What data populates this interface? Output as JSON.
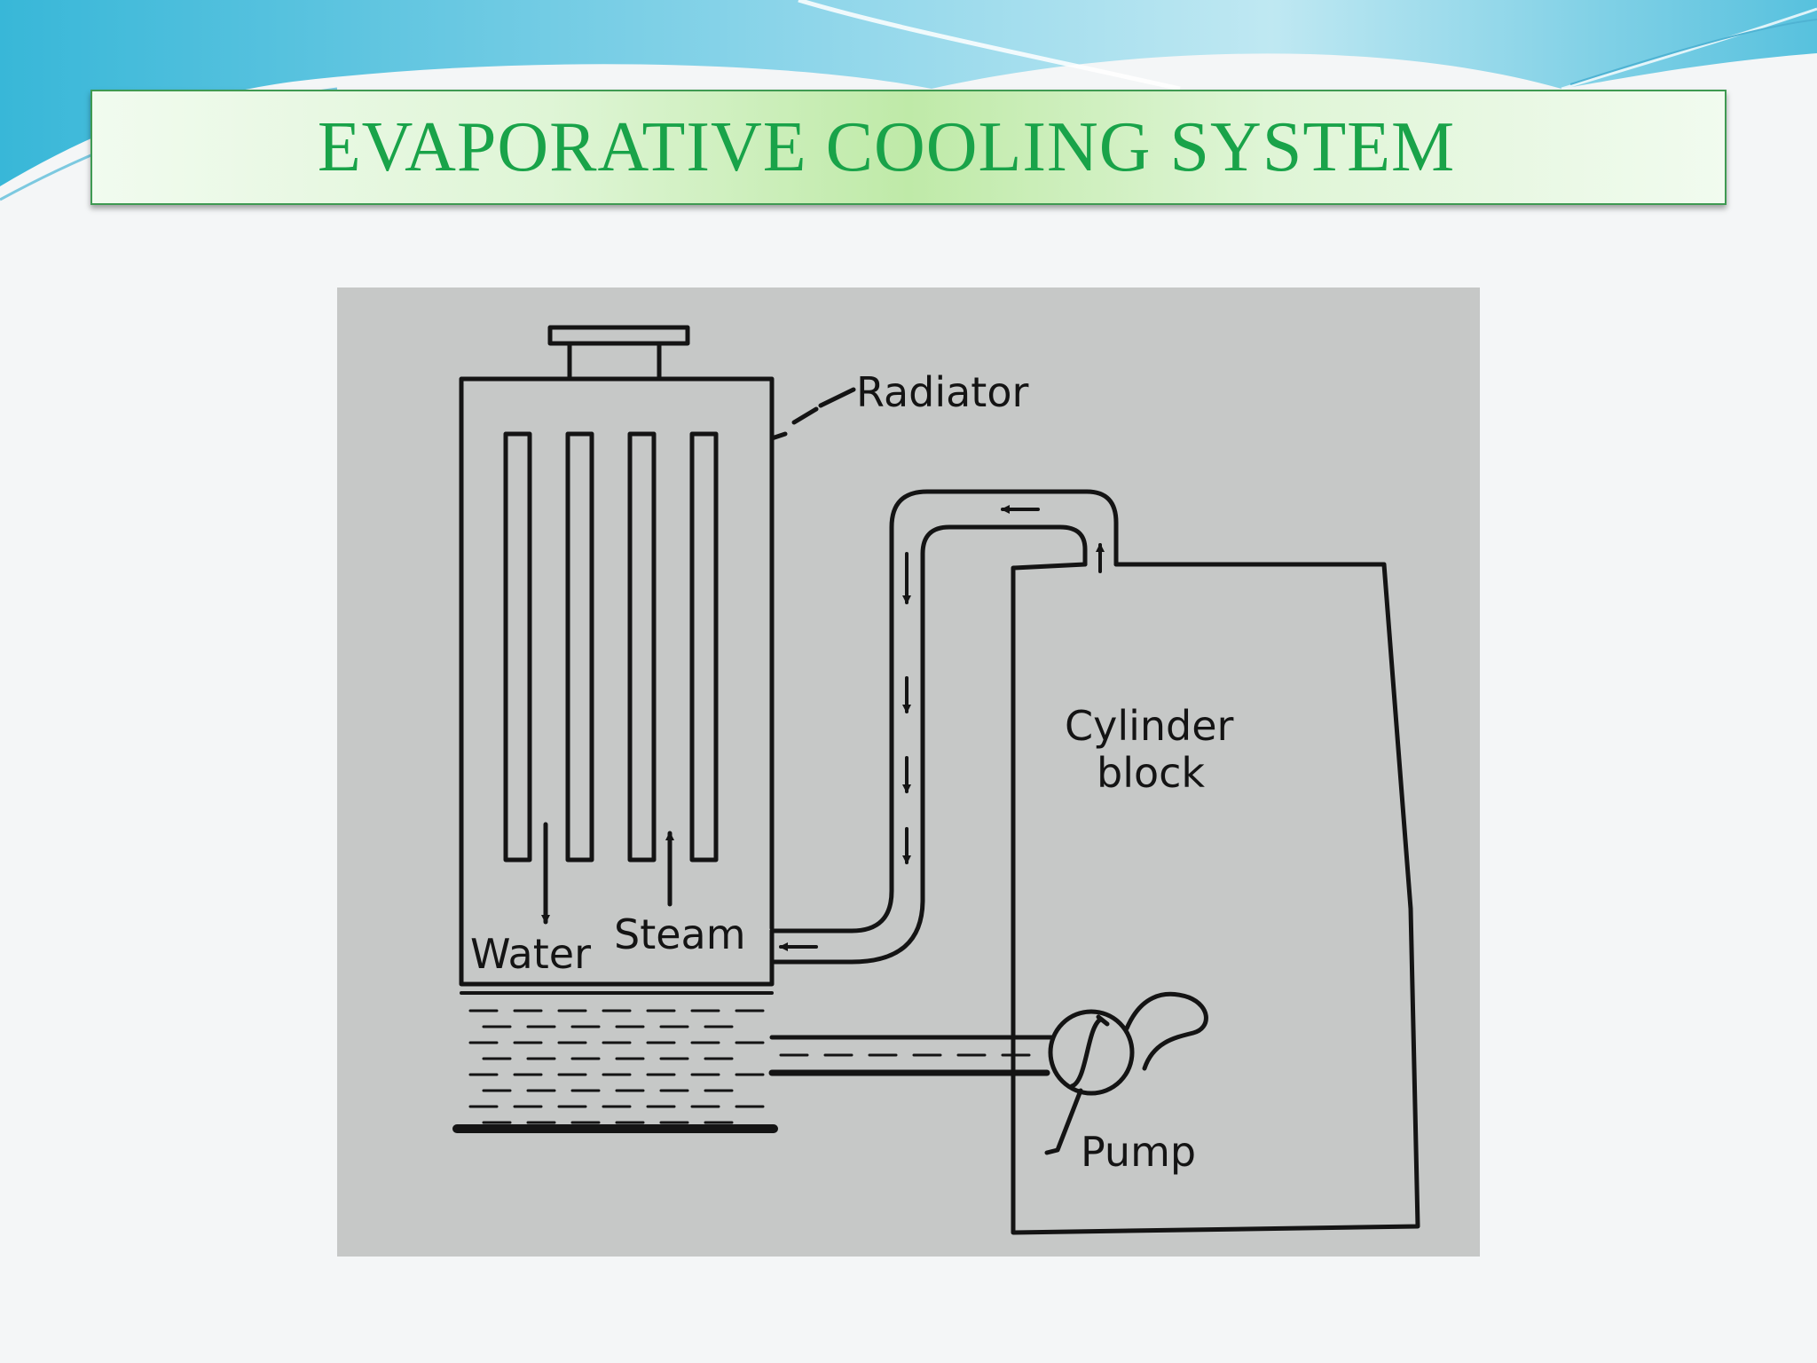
{
  "slide": {
    "title": "EVAPORATIVE COOLING SYSTEM"
  },
  "diagram": {
    "labels": {
      "radiator": "Radiator",
      "cylinder_block_line1": "Cylinder",
      "cylinder_block_line2": "block",
      "water": "Water",
      "steam": "Steam",
      "pump": "Pump"
    }
  },
  "colors": {
    "title_text": "#19a349",
    "title_border": "#3f9a52",
    "wave_blue": "#5cc4e0",
    "diagram_background": "#c6c8c7"
  }
}
